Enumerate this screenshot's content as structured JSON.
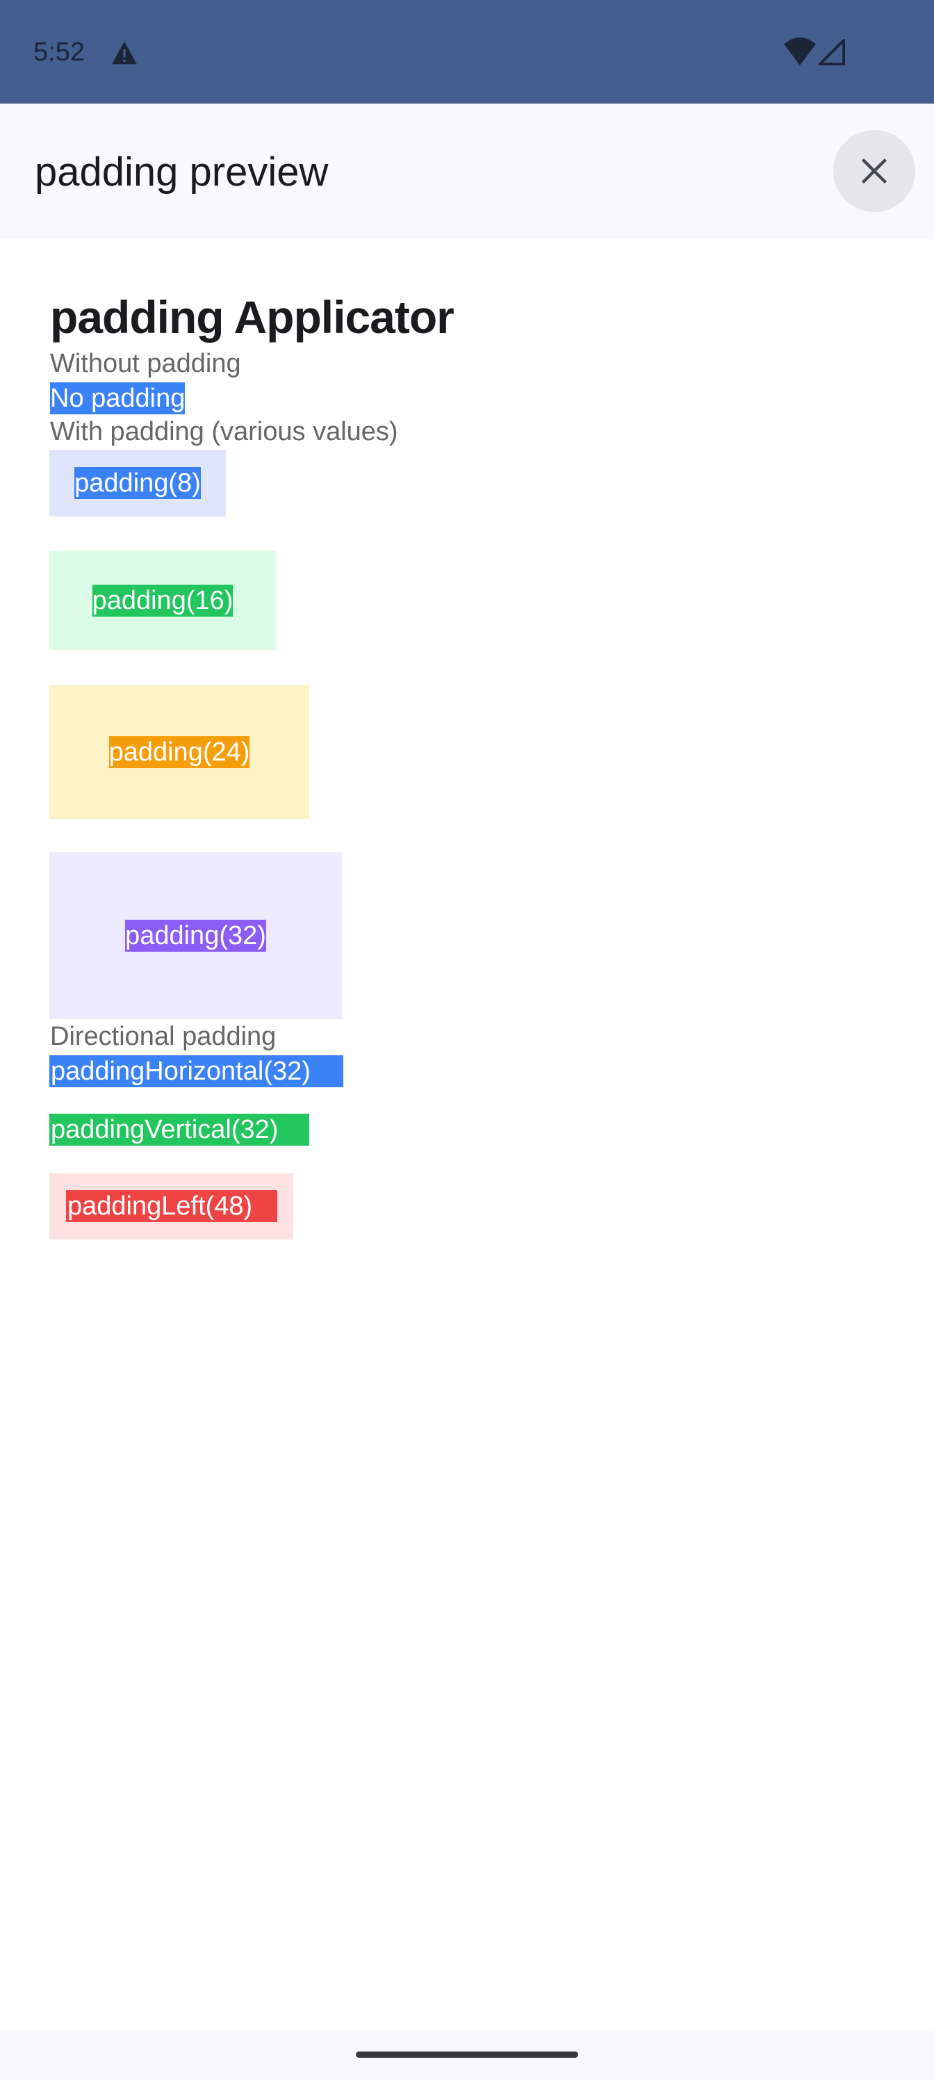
{
  "status_bar": {
    "time": "5:52",
    "icons": [
      "warning-icon",
      "wifi-icon",
      "signal-icon"
    ]
  },
  "app_bar": {
    "title": "padding preview",
    "close_icon": "close-icon"
  },
  "content": {
    "heading": "padding Applicator",
    "section_without": "Without padding",
    "no_padding": "No padding",
    "section_with": "With padding (various values)",
    "samples": [
      {
        "label": "padding(8)",
        "padding": 8,
        "bg": "#dfe5fd",
        "fg": "#3b82f6"
      },
      {
        "label": "padding(16)",
        "padding": 16,
        "bg": "#dcfce8",
        "fg": "#22c55e"
      },
      {
        "label": "padding(24)",
        "padding": 24,
        "bg": "#fef3c7",
        "fg": "#f59e0b"
      },
      {
        "label": "padding(32)",
        "padding": 32,
        "bg": "#ede9fe",
        "fg": "#8b5cf6"
      }
    ],
    "section_directional": "Directional padding",
    "horizontal": "paddingHorizontal(32)",
    "vertical": "paddingVertical(32)",
    "left": "paddingLeft(48)"
  },
  "colors": {
    "blue": "#3b82f6",
    "green": "#22c55e",
    "red": "#ef4444",
    "red_bg": "#fee2e2",
    "status_bar": "#445e8f"
  }
}
